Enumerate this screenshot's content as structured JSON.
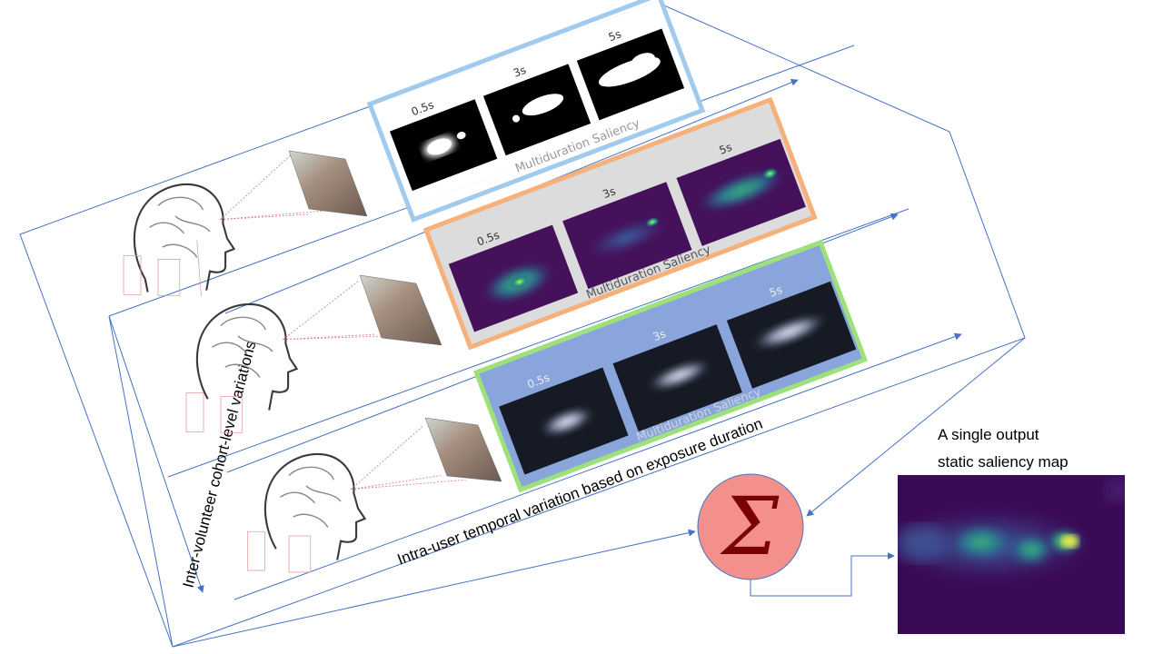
{
  "labels": {
    "inter_volunteer": "Inter-volunteer cohort-level  variations",
    "intra_user": "Intra-user temporal variation based on exposure duration",
    "output_line1": "A single output",
    "output_line2": "static saliency map"
  },
  "sum_symbol": "Σ",
  "cohorts": [
    {
      "style": "binary",
      "caption": "Multiduration Saliency",
      "durations": [
        "0.5s",
        "3s",
        "5s"
      ]
    },
    {
      "style": "viridis",
      "caption": "Multiduration Saliency",
      "durations": [
        "0.5s",
        "3s",
        "5s"
      ]
    },
    {
      "style": "gray",
      "caption": "Multiduration Saliency",
      "durations": [
        "0.5s",
        "3s",
        "5s"
      ]
    }
  ],
  "colors": {
    "outline": "#4472c4",
    "sum_fill": "#f4908c",
    "sum_glyph": "#7b0000",
    "binary_glow": "#9cc8ef",
    "viridis_glow": "#f6b17a",
    "gray_glow": "#9ee07a",
    "gray_panel_bg": "#8aa5dc",
    "viridis_bg": "#44115a",
    "output_bg": "#3b0a55"
  }
}
